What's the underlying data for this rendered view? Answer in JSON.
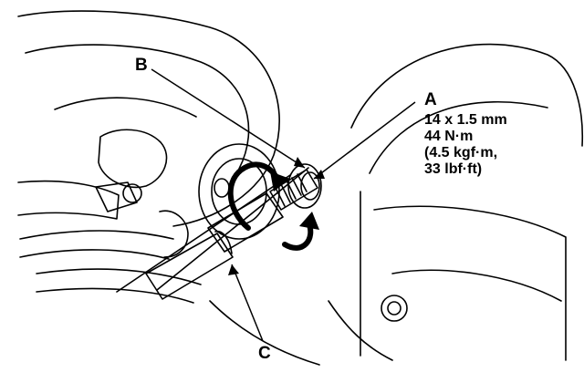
{
  "callouts": {
    "a": {
      "letter": "A"
    },
    "b": {
      "letter": "B"
    },
    "c": {
      "letter": "C"
    }
  },
  "spec": {
    "size": "14 x 1.5 mm",
    "torque_nm": "44 N·m",
    "torque_kgfm": "(4.5 kgf·m,",
    "torque_lbfft": "33 lbf·ft)"
  },
  "colors": {
    "ink": "#000000",
    "paper": "#ffffff"
  },
  "icons": {
    "rotation": "tighten-arrow-icon"
  }
}
